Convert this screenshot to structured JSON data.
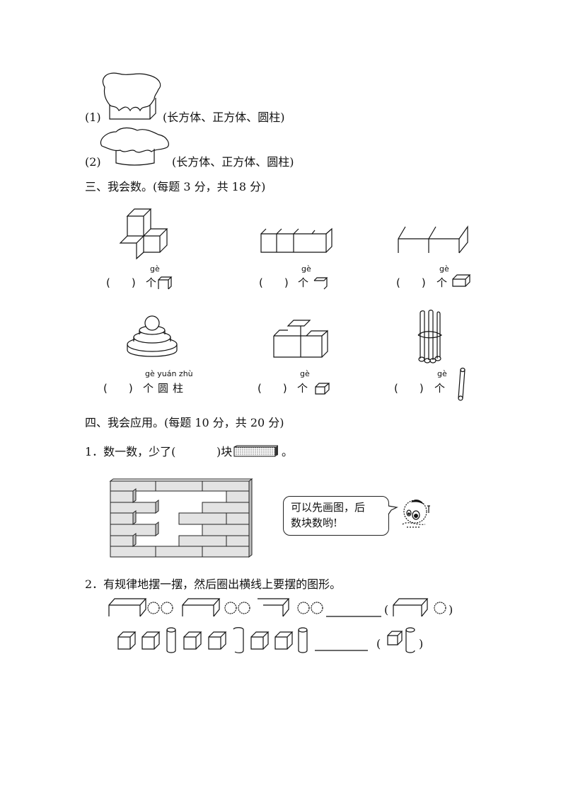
{
  "part_two_items": [
    {
      "label": "(1)",
      "options": "(长方体、正方体、圆柱)",
      "shape": "box-with-cloth"
    },
    {
      "label": "(2)",
      "options": "(长方体、正方体、圆柱)",
      "shape": "cylinder-with-cloth"
    }
  ],
  "section_three": {
    "title": "三、我会数。(每题 3 分，共 18 分)",
    "items": [
      {
        "figure": "cross-stack-of-cubes",
        "blank": "(　　)",
        "unit": "个",
        "pinyin": "gè",
        "unit_shape": "cube"
      },
      {
        "figure": "row-of-cuboids",
        "blank": "(　　)",
        "unit": "个",
        "pinyin": "gè",
        "unit_shape": "open-cuboid"
      },
      {
        "figure": "long-cuboid-row",
        "blank": "(　　)",
        "unit": "个",
        "pinyin": "gè",
        "unit_shape": "cuboid"
      },
      {
        "figure": "stacked-cylinders",
        "blank": "(　　)",
        "unit": "个圆柱",
        "pinyin": "gè yuán zhù",
        "unit_shape": "none"
      },
      {
        "figure": "step-cuboids",
        "blank": "(　　)",
        "unit": "个",
        "pinyin": "gè",
        "unit_shape": "cube"
      },
      {
        "figure": "bundle-of-sticks",
        "blank": "(　　)",
        "unit": "个",
        "pinyin": "gè",
        "unit_shape": "thin-cylinder"
      }
    ]
  },
  "section_four": {
    "title": "四、我会应用。(每题 10 分，共 20 分)",
    "q1": {
      "prefix": "1．数一数，少了(",
      "suffix": ")块",
      "end": "。",
      "bubble_line1": "可以先画图，后",
      "bubble_line2": "数块数哟!"
    },
    "q2": {
      "prompt": "2．有规律地摆一摆，然后圈出横线上要摆的图形。",
      "row1_choices_open": "(",
      "row1_choices_close": ")",
      "row2_choices_open": "(",
      "row2_choices_close": ")"
    }
  },
  "colors": {
    "ink": "#111111",
    "brick": "#e3e3e3",
    "brick_side": "#bdbdbd"
  }
}
